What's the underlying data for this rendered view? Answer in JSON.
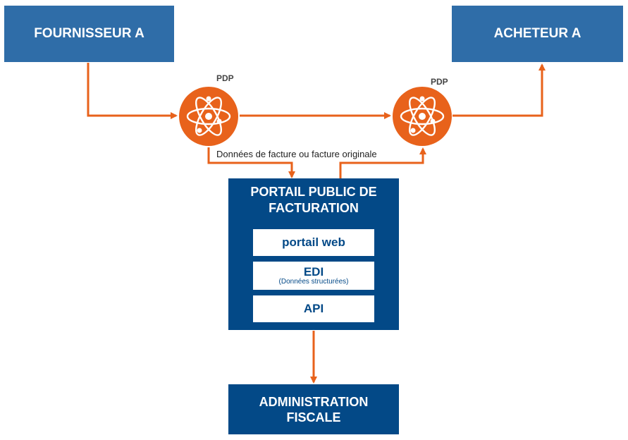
{
  "fournisseur": {
    "label": "FOURNISSEUR A"
  },
  "acheteur": {
    "label": "ACHETEUR A"
  },
  "pdp_left": {
    "label": "PDP",
    "icon": "atom-icon"
  },
  "pdp_right": {
    "label": "PDP",
    "icon": "atom-icon"
  },
  "flow_label": "Données de facture ou facture originale",
  "portail": {
    "title_line1": "PORTAIL PUBLIC DE",
    "title_line2": "FACTURATION",
    "web": "portail web",
    "edi": "EDI",
    "edi_sub": "(Données structurées)",
    "api": "API"
  },
  "administration": {
    "line1": "ADMINISTRATION",
    "line2": "FISCALE"
  },
  "colors": {
    "orange": "#e8621b",
    "box_blue_light": "#2f6da8",
    "box_blue_dark": "#034987"
  }
}
